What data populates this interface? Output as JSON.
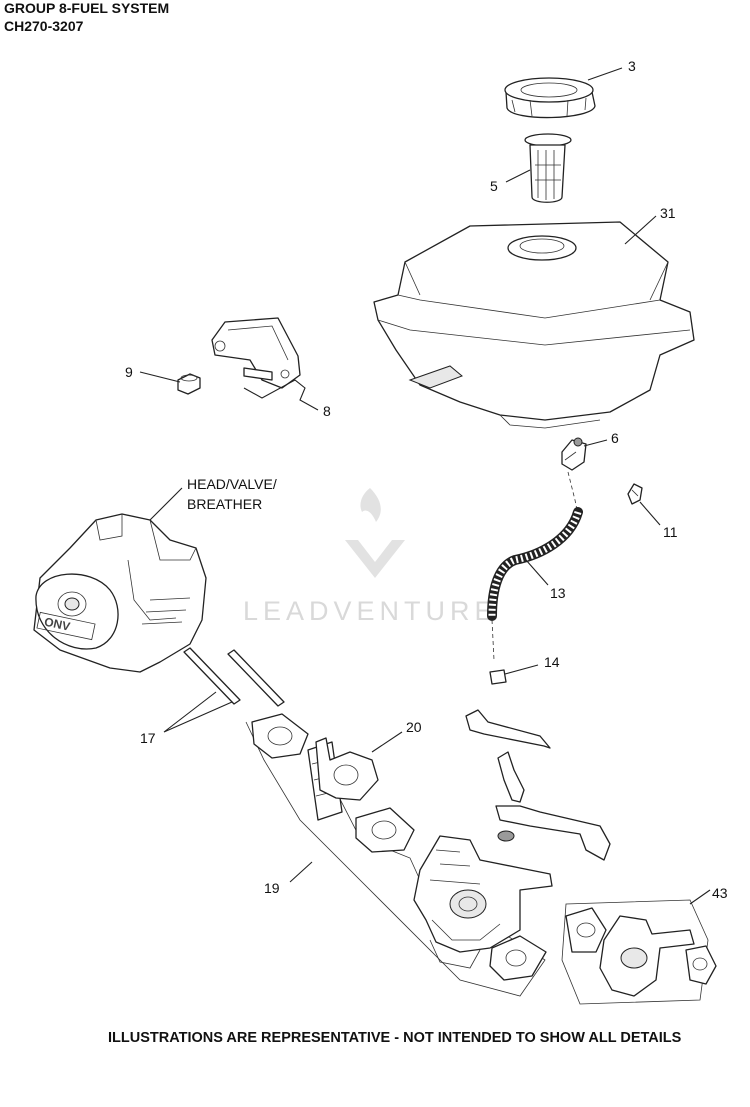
{
  "header": {
    "line1": "GROUP 8-FUEL SYSTEM",
    "line2": "CH270-3207"
  },
  "callouts": {
    "c3": "3",
    "c5": "5",
    "c31": "31",
    "c9": "9",
    "c8": "8",
    "c6": "6",
    "c11": "11",
    "c13": "13",
    "c14": "14",
    "c17": "17",
    "c20": "20",
    "c19": "19",
    "c43": "43"
  },
  "head_label": {
    "line1": "HEAD/VALVE/",
    "line2": "BREATHER"
  },
  "watermark": "LEADVENTURE",
  "footer": "ILLUSTRATIONS ARE REPRESENTATIVE - NOT INTENDED TO SHOW ALL DETAILS"
}
